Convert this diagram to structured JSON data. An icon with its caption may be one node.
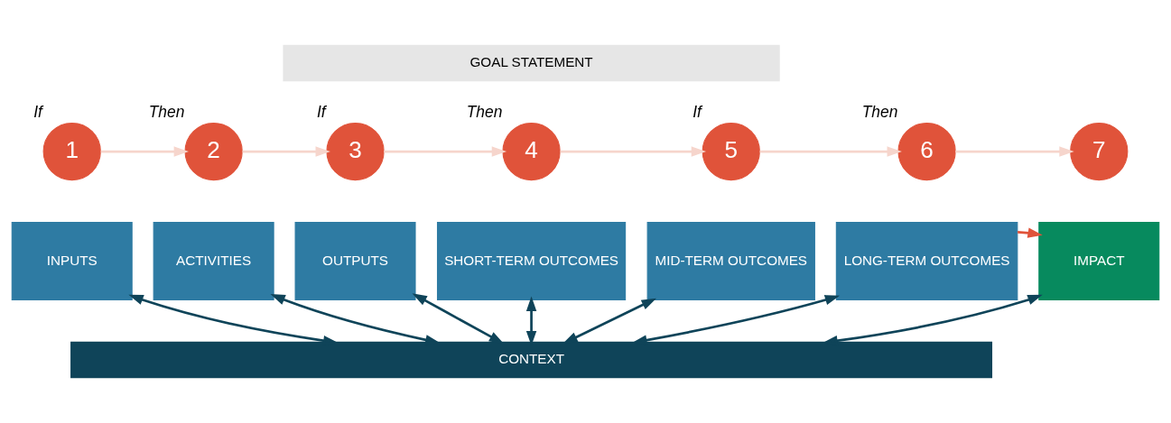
{
  "diagram": {
    "nodes": [
      {
        "text": [
          "GOAL STATEMENT"
        ]
      },
      {
        "text": [
          "1"
        ],
        "beside": [
          "If"
        ]
      },
      {
        "text": [
          "2"
        ],
        "beside": [
          "Then"
        ]
      },
      {
        "text": [
          "3"
        ],
        "beside": [
          "If"
        ]
      },
      {
        "text": [
          "4"
        ],
        "beside": [
          "Then"
        ]
      },
      {
        "text": [
          "5"
        ],
        "beside": [
          "If"
        ]
      },
      {
        "text": [
          "6"
        ],
        "beside": [
          "Then"
        ]
      },
      {
        "text": [
          "7"
        ]
      },
      {
        "text": [
          "INPUTS"
        ]
      },
      {
        "text": [
          "ACTIVITIES"
        ]
      },
      {
        "text": [
          "OUTPUTS"
        ]
      },
      {
        "text": [
          "SHORT-TERM OUTCOMES"
        ]
      },
      {
        "text": [
          "MID-TERM OUTCOMES"
        ]
      },
      {
        "text": [
          "LONG-TERM OUTCOMES"
        ]
      },
      {
        "text": [
          "IMPACT"
        ]
      },
      {
        "text": [
          "CONTEXT"
        ]
      }
    ],
    "edges": [
      {
        "from": 1,
        "to": 2,
        "arrow": "to",
        "color": "#f6d5cc"
      },
      {
        "from": 2,
        "to": 3,
        "arrow": "to",
        "color": "#f6d5cc"
      },
      {
        "from": 3,
        "to": 4,
        "arrow": "to",
        "color": "#f6d5cc"
      },
      {
        "from": 4,
        "to": 5,
        "arrow": "to",
        "color": "#f6d5cc"
      },
      {
        "from": 5,
        "to": 6,
        "arrow": "to",
        "color": "#f6d5cc"
      },
      {
        "from": 6,
        "to": 7,
        "arrow": "to",
        "color": "#f6d5cc"
      },
      {
        "from": 13,
        "to": 14,
        "arrow": "to",
        "color": "#e0533a"
      },
      {
        "from": 8,
        "to": 15,
        "arrow": "both",
        "color": "#0f4459"
      },
      {
        "from": 9,
        "to": 15,
        "arrow": "both",
        "color": "#0f4459"
      },
      {
        "from": 10,
        "to": 15,
        "arrow": "both",
        "color": "#0f4459"
      },
      {
        "from": 11,
        "to": 15,
        "arrow": "both",
        "color": "#0f4459"
      },
      {
        "from": 12,
        "to": 15,
        "arrow": "both",
        "color": "#0f4459"
      },
      {
        "from": 13,
        "to": 15,
        "arrow": "both",
        "color": "#0f4459"
      },
      {
        "from": 14,
        "to": 15,
        "arrow": "both",
        "color": "#0f4459"
      }
    ]
  }
}
